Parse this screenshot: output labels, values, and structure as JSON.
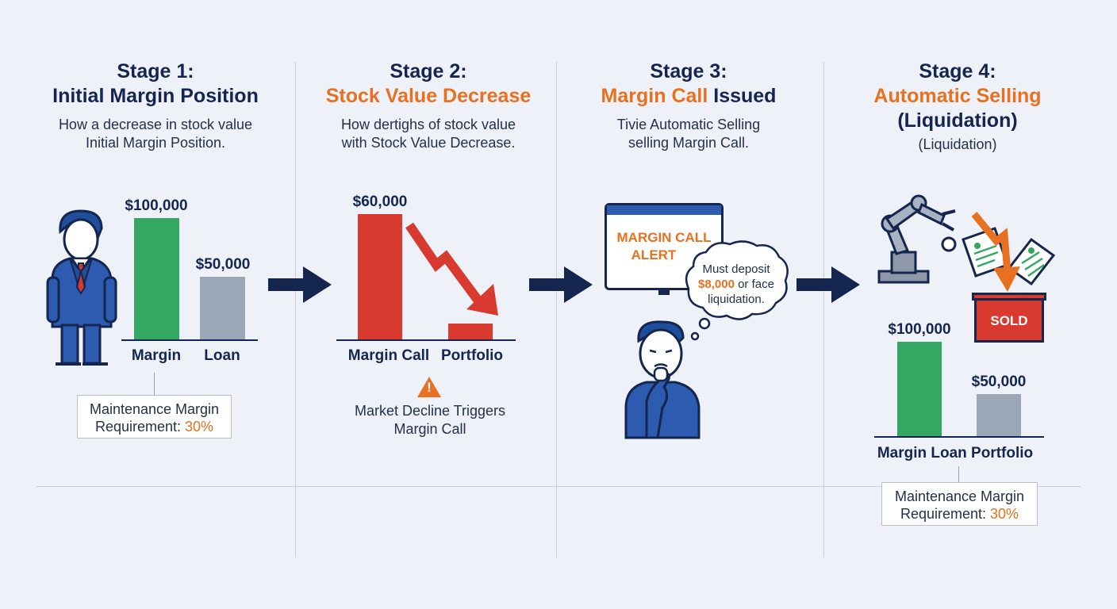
{
  "stages": [
    {
      "label": "Stage 1:",
      "title": "Initial Margin Position",
      "desc_line1": "How a decrease in stock value",
      "desc_line2": "Initial Margin Position.",
      "bar1_value": "$100,000",
      "bar2_value": "$50,000",
      "bar1_label": "Margin",
      "bar2_label": "Loan",
      "box_line1": "Maintenance Margin",
      "box_line2_prefix": "Requirement: ",
      "box_pct": "30%"
    },
    {
      "label": "Stage 2:",
      "title": "Stock Value Decrease",
      "desc_line1": "How dertighs of stock value",
      "desc_line2": "with Stock Value Decrease.",
      "bar1_value": "$60,000",
      "bar1_label": "Margin Call",
      "bar2_label": "Portfolio",
      "warning_icon": "!",
      "note_line1": "Market Decline Triggers",
      "note_line2": "Margin Call"
    },
    {
      "label": "Stage 3:",
      "title_orange": "Margin Call",
      "title_navy": " Issued",
      "desc_line1": "Tivie Automatic Selling",
      "desc_line2": "selling Margin Call.",
      "alert_line1": "MARGIN CALL",
      "alert_line2": "ALERT",
      "bubble_line1": "Must deposit",
      "bubble_amount": "$8,000",
      "bubble_line2_rest": " or face",
      "bubble_line3": "liquidation."
    },
    {
      "label": "Stage 4:",
      "title_line1": "Automatic Selling",
      "title_line2": "(Liquidation)",
      "subtitle": "(Liquidation)",
      "sold_label": "SOLD",
      "bar1_value": "$100,000",
      "bar2_value": "$50,000",
      "bars_label": "Margin Loan Portfolio",
      "box_line1": "Maintenance Margin",
      "box_line2_prefix": "Requirement: ",
      "box_pct": "30%"
    }
  ],
  "colors": {
    "navy": "#142650",
    "orange": "#e8711f",
    "green": "#34a862",
    "gray_bar": "#9ba6b6",
    "red": "#d93a2f",
    "background": "#eef1f7"
  }
}
